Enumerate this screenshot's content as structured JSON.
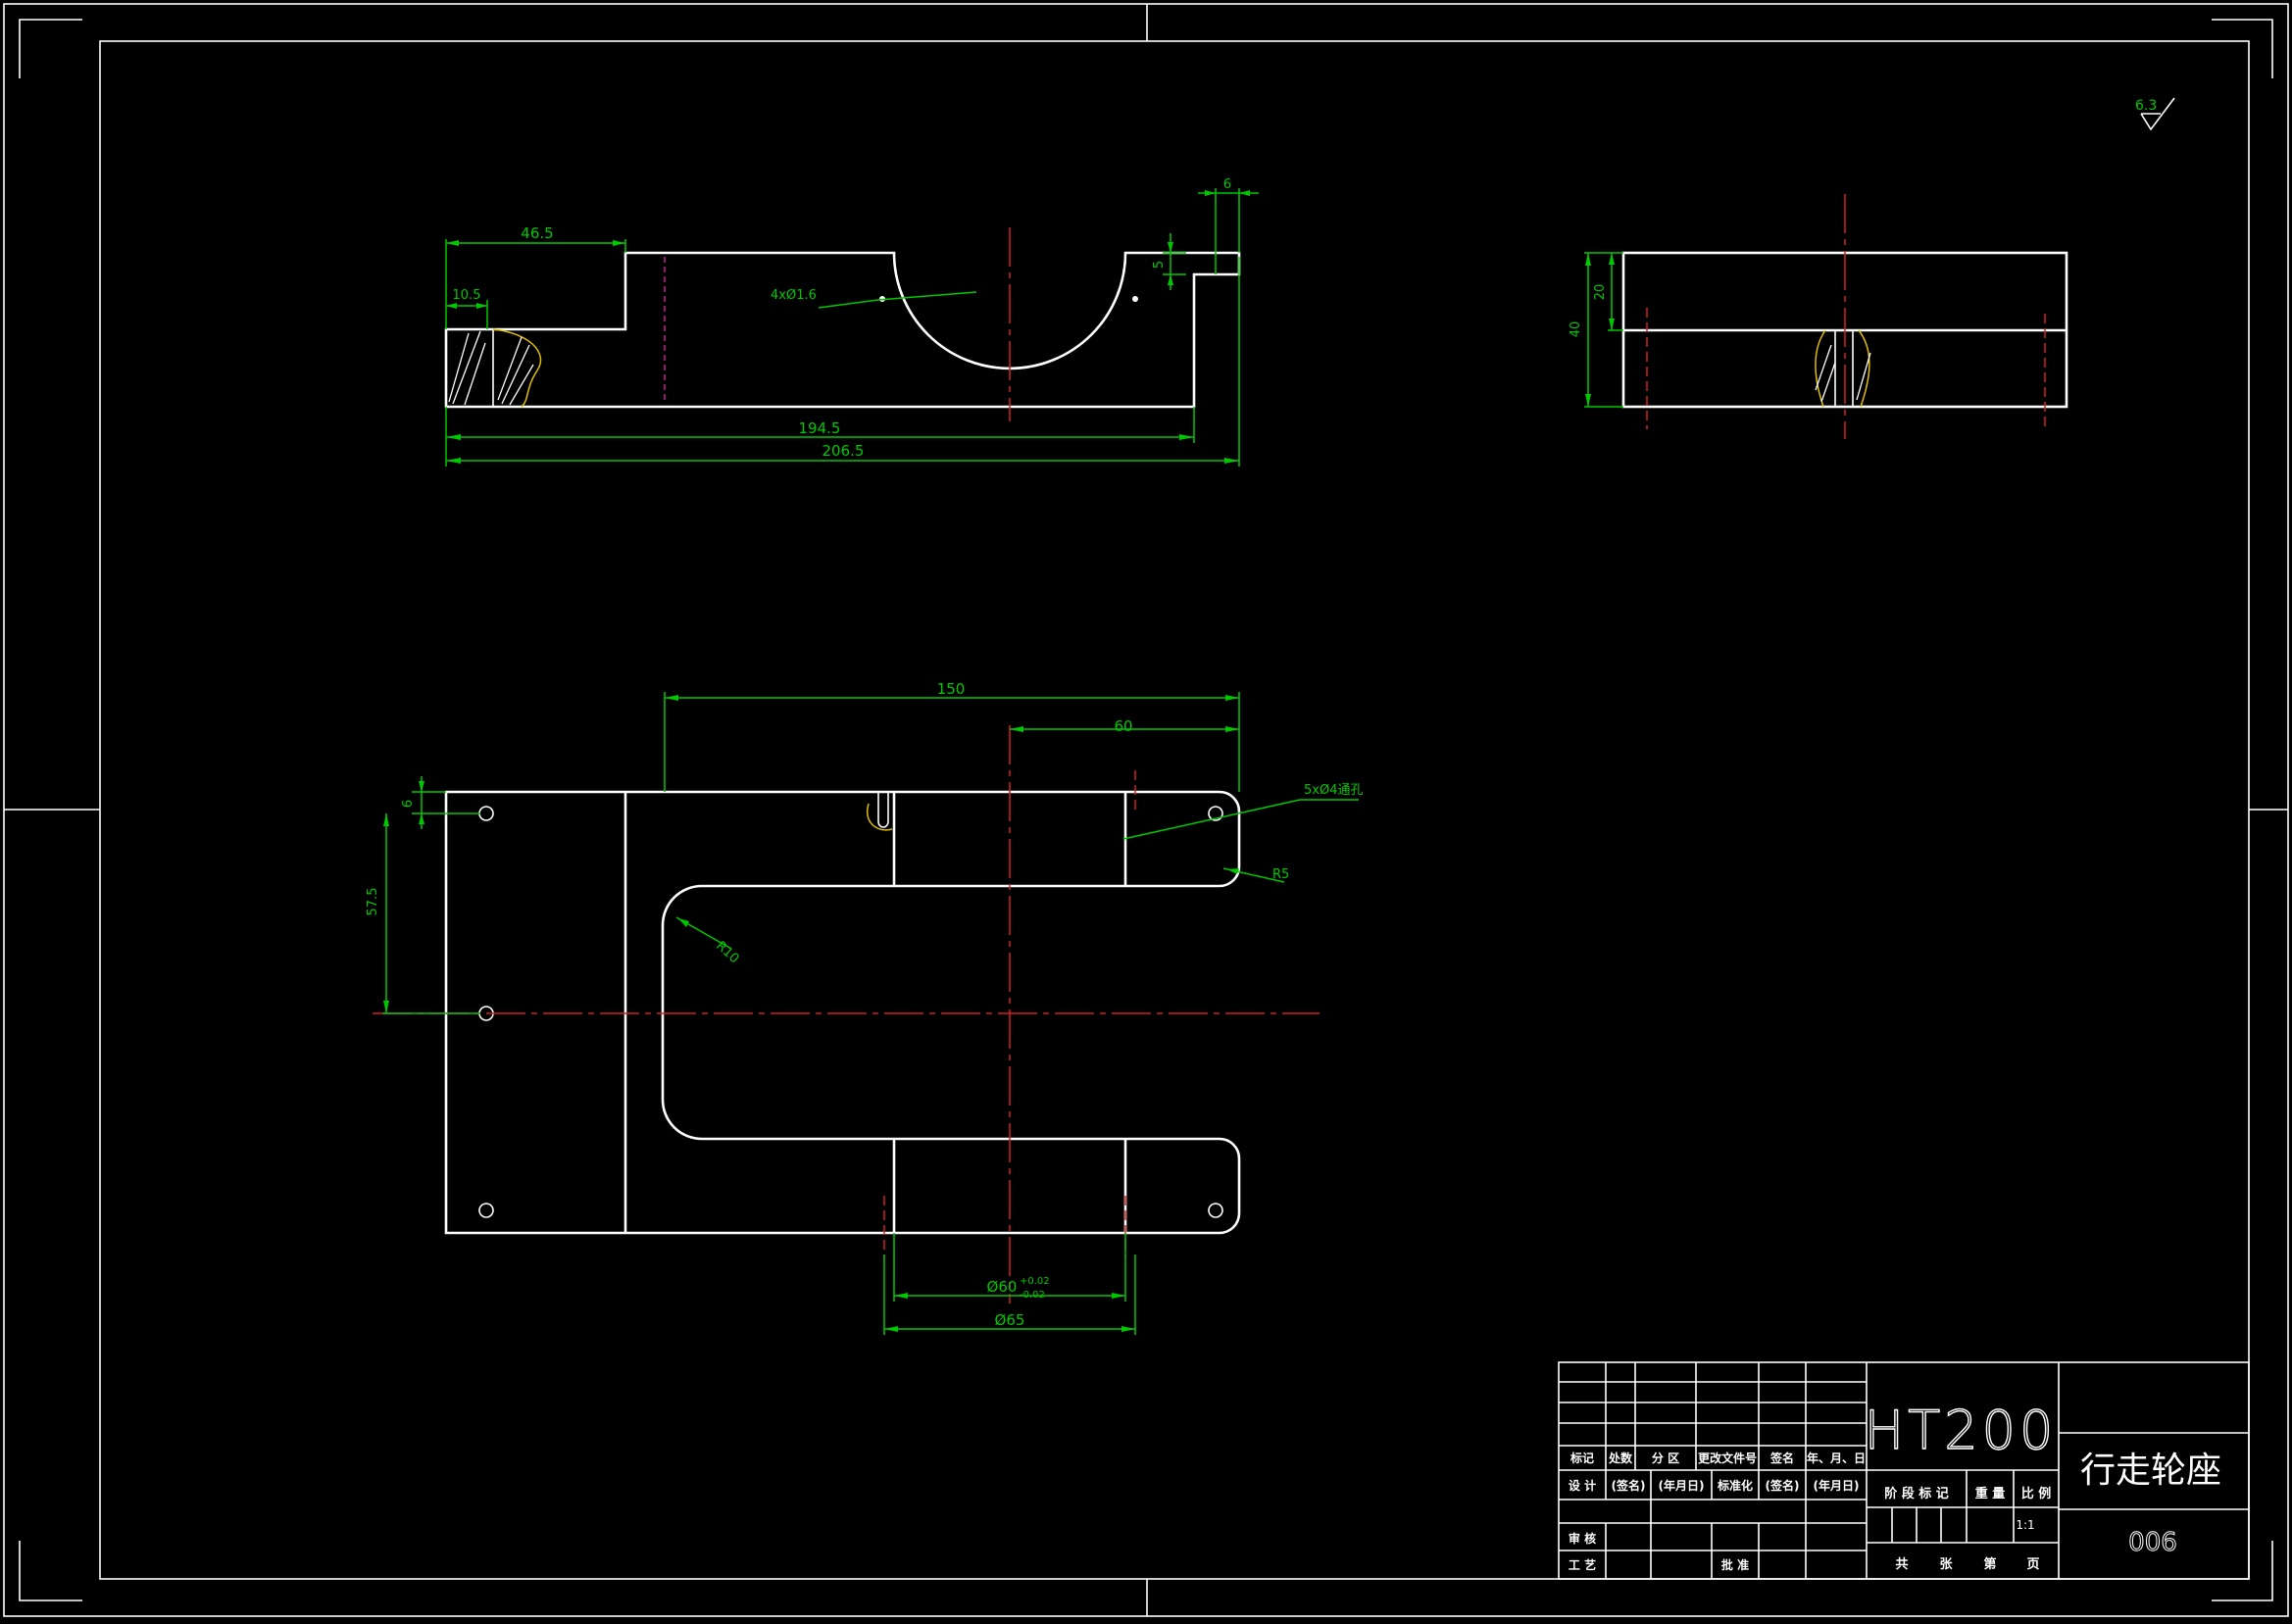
{
  "roughness": {
    "value": "6.3"
  },
  "front_view": {
    "dims": {
      "d_46_5": "46.5",
      "d_10_5": "10.5",
      "d_6": "6",
      "d_5": "5",
      "d_194_5": "194.5",
      "d_206_5": "206.5",
      "holes_note": "4xØ1.6"
    }
  },
  "side_view": {
    "dims": {
      "d_40": "40",
      "d_20": "20"
    }
  },
  "top_view": {
    "dims": {
      "d_150": "150",
      "d_60": "60",
      "d_6": "6",
      "d_57_5": "57.5",
      "holes_note": "5xØ4通孔",
      "r5": "R5",
      "r10": "R10",
      "phi60": "Ø60",
      "tol_upper": "+0.02",
      "tol_lower": "-0.02",
      "phi65": "Ø65"
    }
  },
  "title_block": {
    "material": "HT200",
    "part_name": "行走轮座",
    "drawing_no": "006",
    "scale": "1:1",
    "rev_headers": [
      "标记",
      "处数",
      "分 区",
      "更改文件号",
      "签名",
      "年、月、日"
    ],
    "design_row": [
      "设 计",
      "(签名)",
      "(年月日)",
      "标准化",
      "(签名)",
      "(年月日)"
    ],
    "review": "审 核",
    "process": "工 艺",
    "approve": "批 准",
    "stage_headers": [
      "阶 段 标 记",
      "重 量",
      "比 例"
    ],
    "sheet_row": [
      "共",
      "张",
      "第",
      "页"
    ]
  },
  "colors": {
    "outline": "#ffffff",
    "dimension": "#00c800",
    "centerline": "#d21e1e",
    "background": "#000000"
  }
}
